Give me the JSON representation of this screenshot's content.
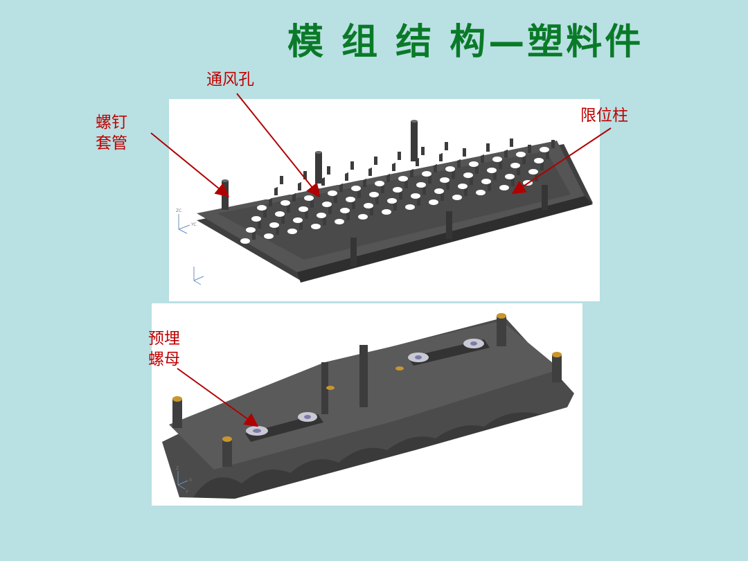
{
  "title": "模 组 结 构—塑料件",
  "labels": {
    "vent_hole": "通风孔",
    "screw_sleeve_line1": "螺钉",
    "screw_sleeve_line2": "套管",
    "limit_post": "限位柱",
    "embedded_nut_line1": "预埋",
    "embedded_nut_line2": "螺母"
  },
  "colors": {
    "background": "#b9e0e3",
    "title": "#0a7a28",
    "label": "#c00000",
    "arrow": "#b00000",
    "part": "#4a4a4a",
    "hole": "#ffffff",
    "insert": "#c8962c"
  },
  "axis_labels": {
    "top_z": "ZC",
    "top_y": "YC",
    "bottom_z": "Z",
    "bottom_y": "Y",
    "bottom_x": "X"
  }
}
